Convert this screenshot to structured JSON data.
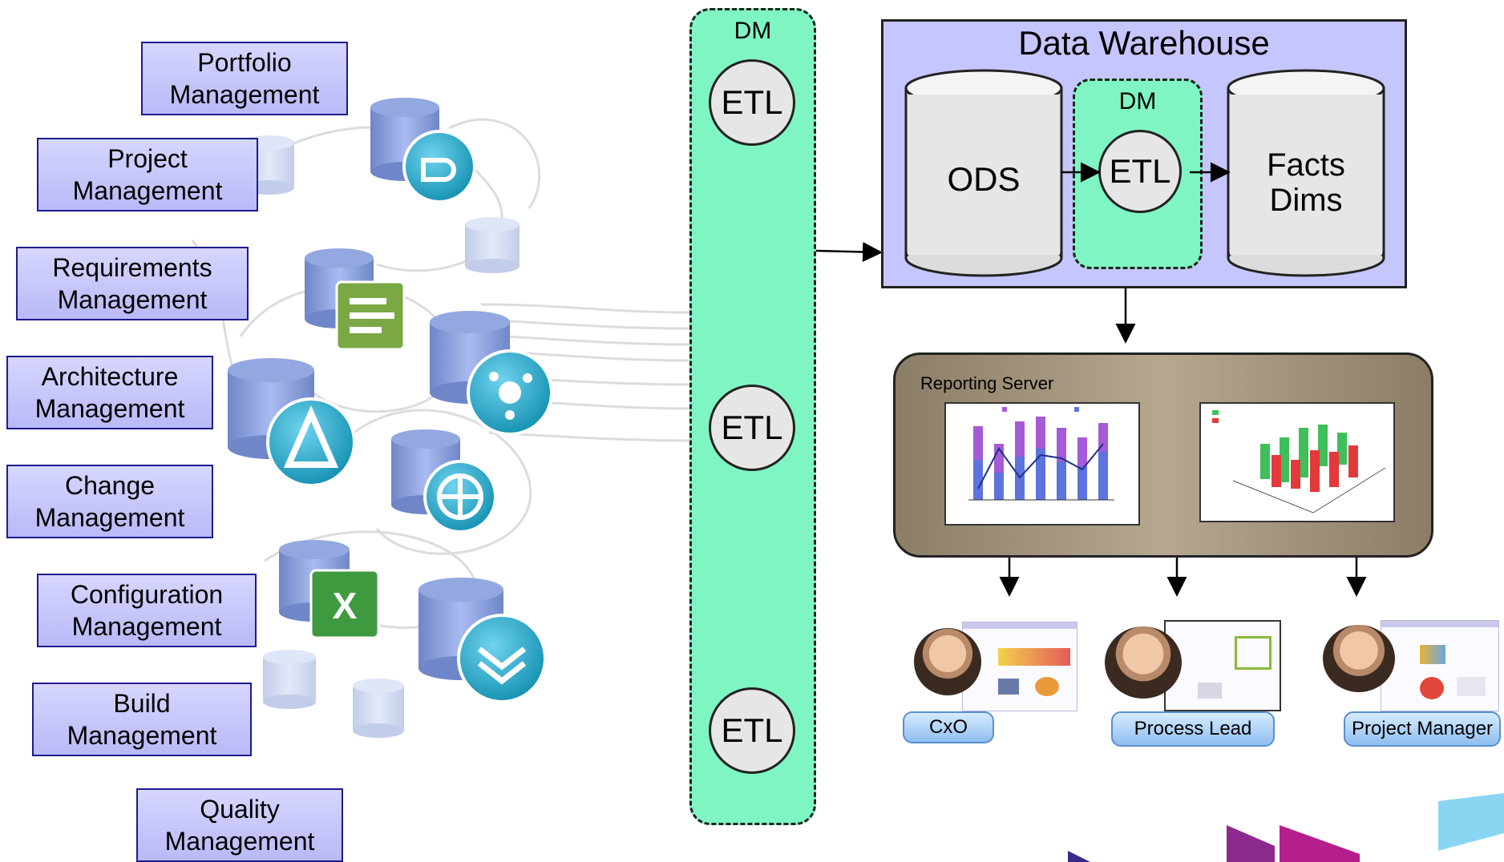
{
  "management_tools": [
    "Portfolio Management",
    "Project Management",
    "Requirements Management",
    "Architecture Management",
    "Change Management",
    "Configuration Management",
    "Build Management",
    "Quality Management"
  ],
  "dm_lane": {
    "label": "DM",
    "etl": [
      "ETL",
      "ETL",
      "ETL"
    ]
  },
  "data_warehouse": {
    "title": "Data Warehouse",
    "ods": "ODS",
    "dm_label": "DM",
    "etl": "ETL",
    "facts_line1": "Facts",
    "facts_line2": "Dims"
  },
  "reporting_server": {
    "title": "Reporting Server"
  },
  "roles": [
    "CxO",
    "Process Lead",
    "Project Manager"
  ],
  "colors": {
    "tool_box": "#c6c6ff",
    "dm_lane": "#7ff5c4",
    "warehouse": "#c6c6ff",
    "reporting_server": "#a89a80",
    "role_button": "#9cc8f2"
  }
}
